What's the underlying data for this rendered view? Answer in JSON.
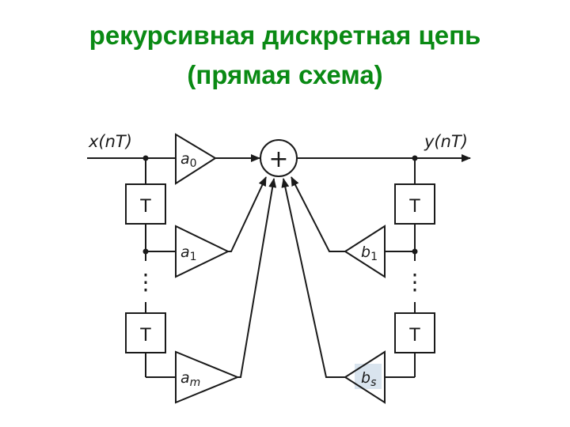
{
  "title": {
    "line1": "рекурсивная дискретная цепь",
    "line2": "(прямая схема)"
  },
  "colors": {
    "title": "#0a8a14",
    "line": "#1a1a1a",
    "highlight": "#d9e4ee"
  },
  "diagram": {
    "input_label": "x(nT)",
    "output_label": "y(nT)",
    "summer_symbol": "+",
    "delay_labels": [
      "T",
      "T",
      "T",
      "T"
    ],
    "dots": "⋮",
    "feedforward": [
      {
        "name": "a",
        "sub": "0"
      },
      {
        "name": "a",
        "sub": "1"
      },
      {
        "name": "a",
        "sub": "m"
      }
    ],
    "feedback": [
      {
        "name": "b",
        "sub": "1"
      },
      {
        "name": "b",
        "sub": "s"
      }
    ]
  }
}
